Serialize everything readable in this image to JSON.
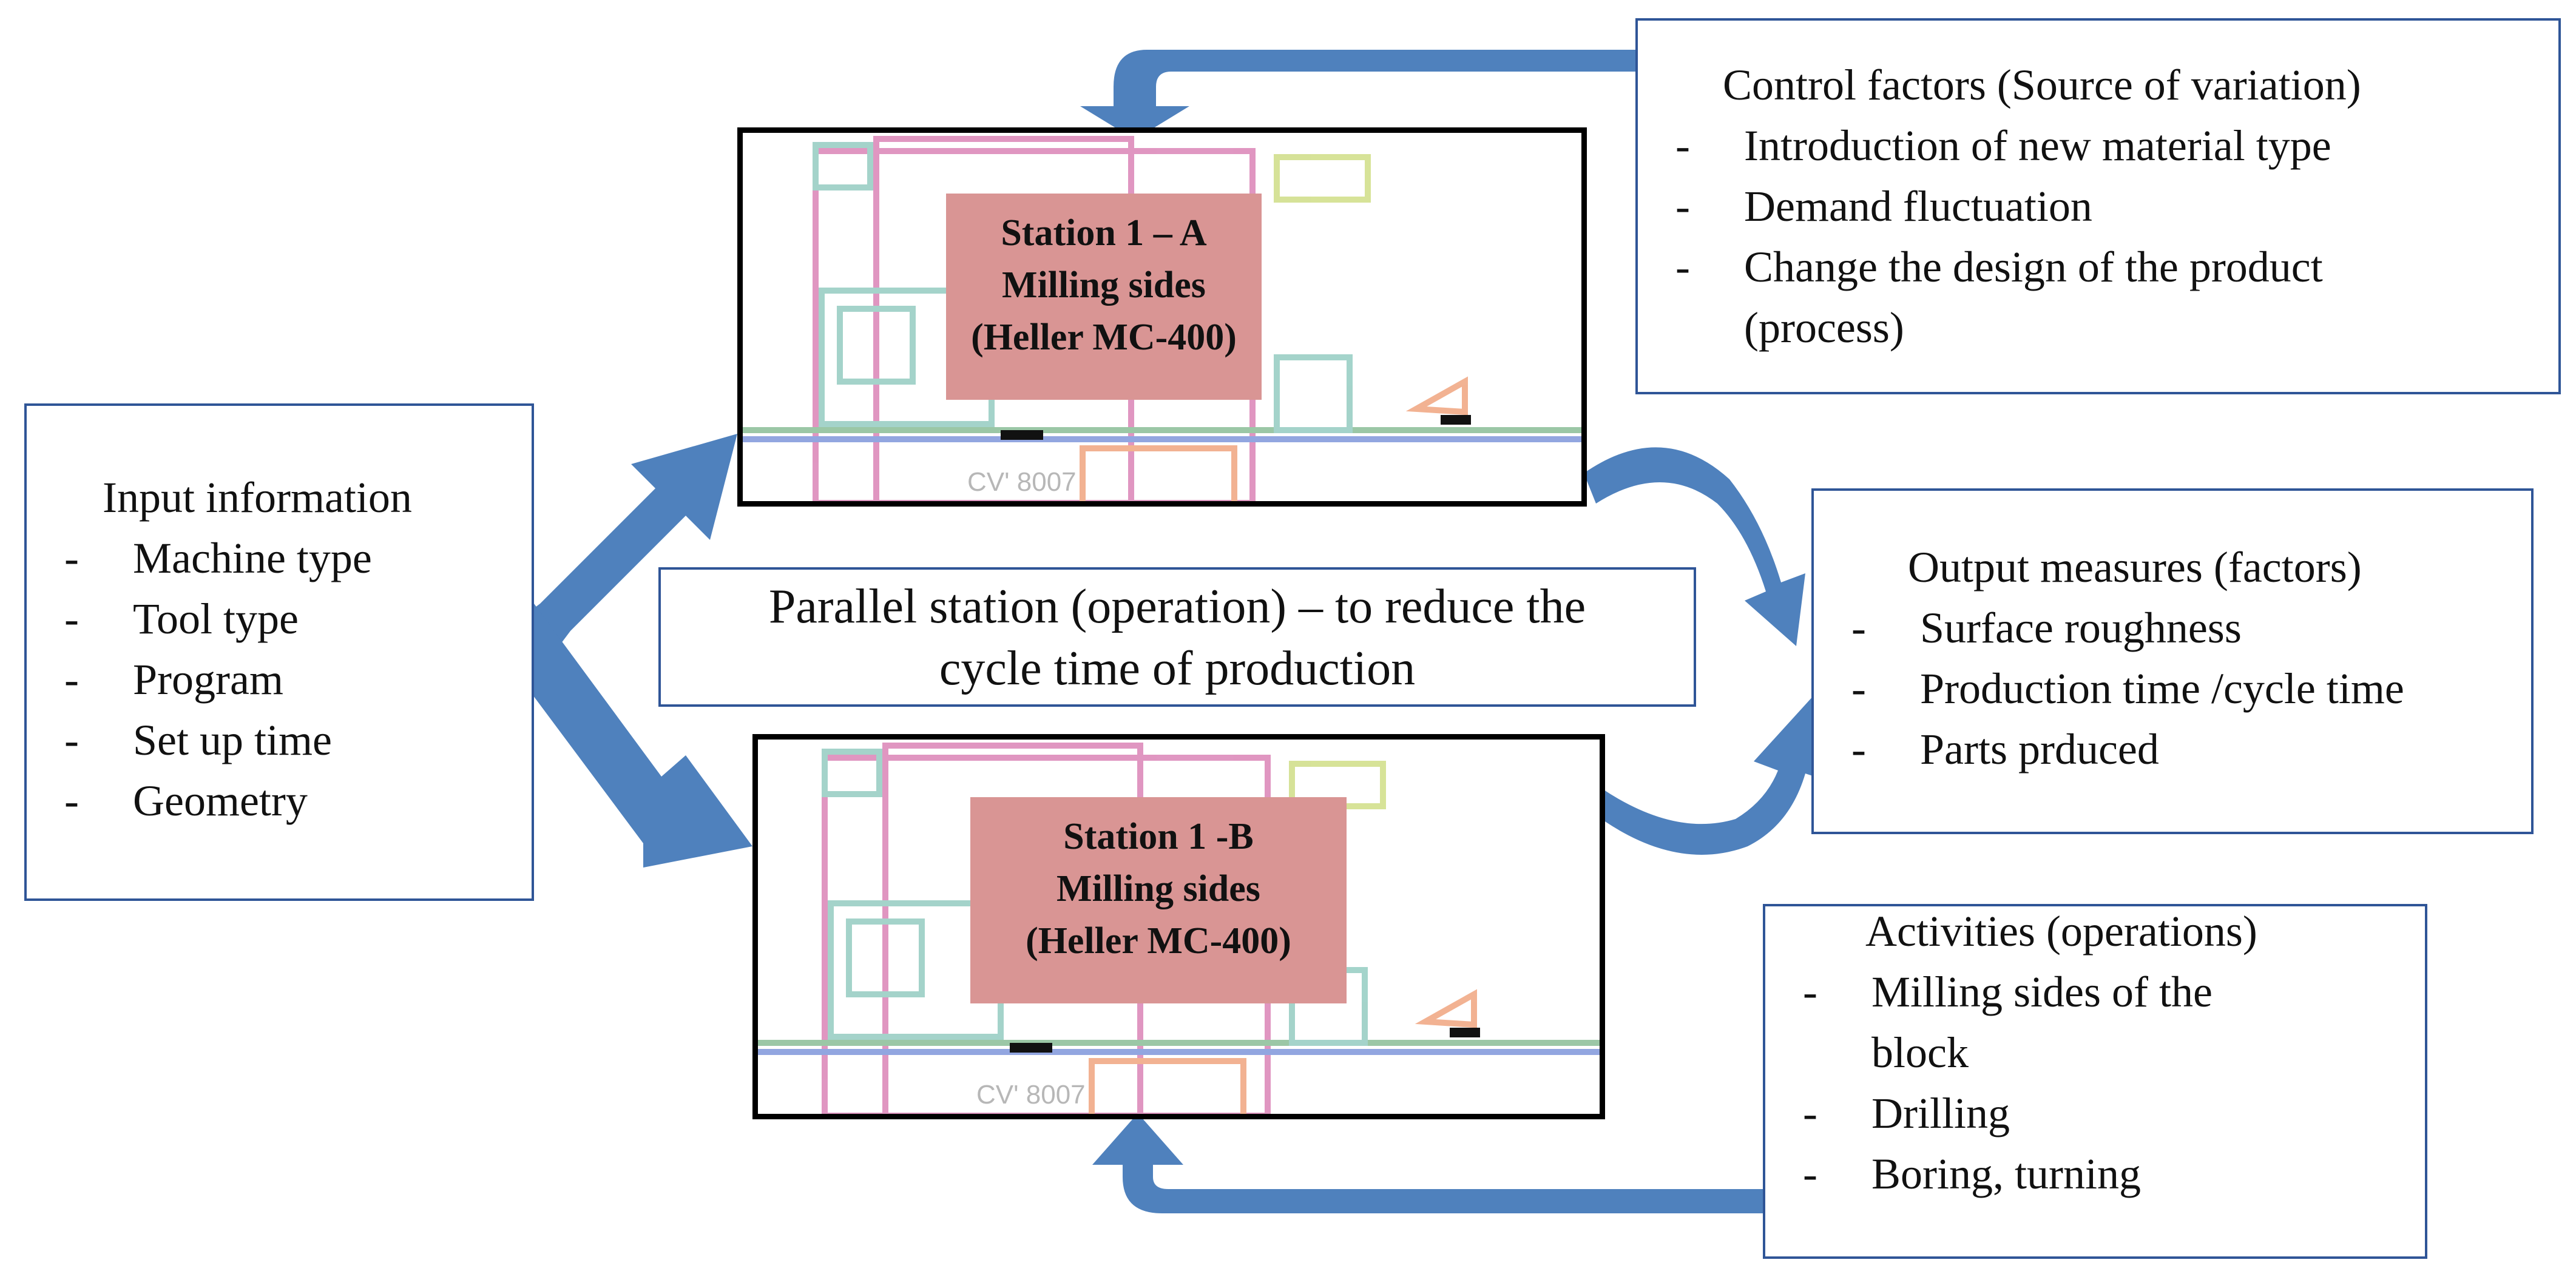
{
  "colors": {
    "arrow": "#4f81bd",
    "box_border": "#2f5597",
    "station_label_bg": "#d99594"
  },
  "input_box": {
    "title": "Input information",
    "items": [
      "Machine type",
      "Tool type",
      "Program",
      "Set up time",
      "Geometry"
    ],
    "bullet": "-"
  },
  "control_box": {
    "title": "Control factors  (Source of variation)",
    "items": [
      "Introduction of new material type",
      "Demand fluctuation",
      "Change the design of the product",
      "(process)"
    ],
    "bullet": "-"
  },
  "output_box": {
    "title": "Output measures (factors)",
    "items": [
      "Surface roughness",
      "Production time /cycle time",
      "Parts prduced"
    ],
    "bullet": "-"
  },
  "activities_box": {
    "title": "Activities (operations)",
    "items": [
      "Milling sides of the",
      "block",
      "Drilling",
      "Boring, turning"
    ],
    "bullet": "-"
  },
  "parallel_box": {
    "line1": "Parallel station (operation) – to reduce the",
    "line2": "cycle time of production"
  },
  "station_a": {
    "line1": "Station 1 – A",
    "line2": "Milling sides",
    "line3": "(Heller MC-400)",
    "caption": "CV' 8007"
  },
  "station_b": {
    "line1": "Station 1 -B",
    "line2": "Milling sides",
    "line3": "(Heller MC-400)",
    "caption": "CV' 8007"
  }
}
